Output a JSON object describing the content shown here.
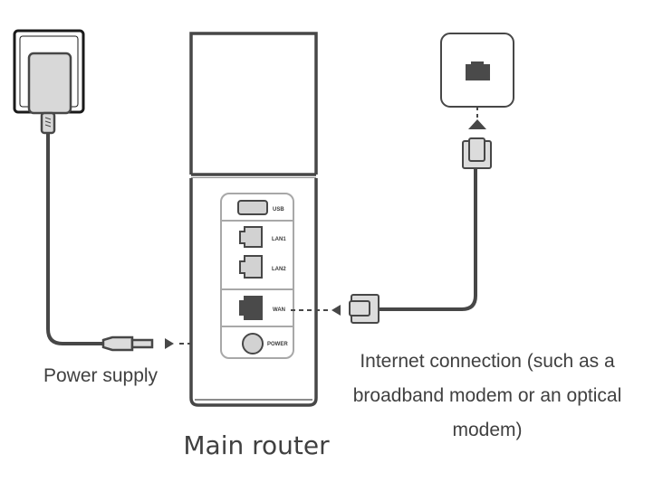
{
  "diagram": {
    "title": "Router connection diagram",
    "labels": {
      "power_supply": "Power supply",
      "internet_connection": "Internet connection  (such as a broadband modem or an optical modem)",
      "main_router": "Main router"
    },
    "router_ports": [
      {
        "id": "usb",
        "label": "USB"
      },
      {
        "id": "lan1",
        "label": "LAN1"
      },
      {
        "id": "lan2",
        "label": "LAN2"
      },
      {
        "id": "wan",
        "label": "WAN"
      },
      {
        "id": "power",
        "label": "POWER"
      }
    ],
    "connections": [
      {
        "from": "power-adapter",
        "to": "power"
      },
      {
        "from": "internet-wall-socket",
        "to": "wan"
      }
    ],
    "colors": {
      "line": "#474747",
      "port_fill": "#d2d2d2",
      "port_panel": "#a8a8a8",
      "dark_port": "#4a4a4a",
      "plug_fill": "#dcdcdc",
      "text": "#404040"
    }
  }
}
